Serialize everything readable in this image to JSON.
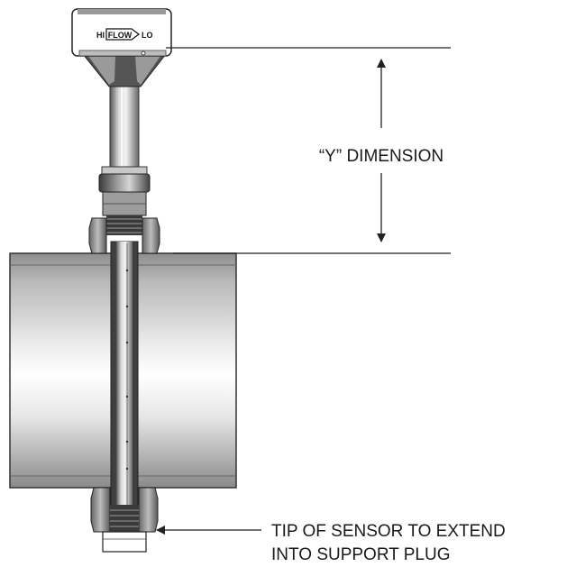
{
  "header": {
    "brand_left": "HI",
    "brand_mid": "FLOW",
    "brand_right": "LO"
  },
  "labels": {
    "y_dimension": "“Y” DIMENSION",
    "tip_line1": "TIP OF SENSOR TO EXTEND",
    "tip_line2": "INTO SUPPORT PLUG"
  }
}
